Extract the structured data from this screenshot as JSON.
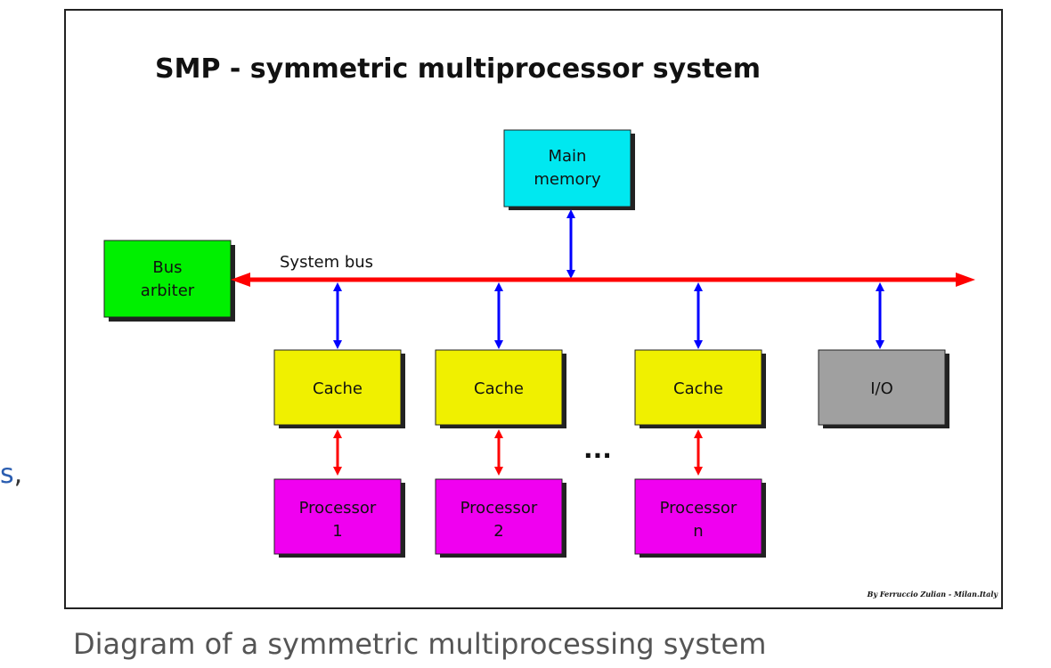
{
  "left_fragment": {
    "link_text": "s",
    "after_text": ","
  },
  "figure": {
    "title": "SMP - symmetric multiprocessor system",
    "main_memory": [
      "Main",
      "memory"
    ],
    "bus_arbiter": [
      "Bus",
      "arbiter"
    ],
    "system_bus_label": "System bus",
    "cache_label": "Cache",
    "io_label": "I/O",
    "processors": [
      [
        "Processor",
        "1"
      ],
      [
        "Processor",
        "2"
      ],
      [
        "Processor",
        "n"
      ]
    ],
    "ellipsis": "...",
    "credit": "By Ferruccio Zulian - Milan.Italy",
    "colors": {
      "main_memory": "#00e8f0",
      "bus_arbiter": "#00f000",
      "cache": "#f0f000",
      "io": "#a0a0a0",
      "processor": "#f000f0",
      "system_bus": "#ff0000",
      "bus_link": "#0000ff",
      "cache_link": "#ff0000"
    }
  },
  "caption": "Diagram of a symmetric multiprocessing system"
}
